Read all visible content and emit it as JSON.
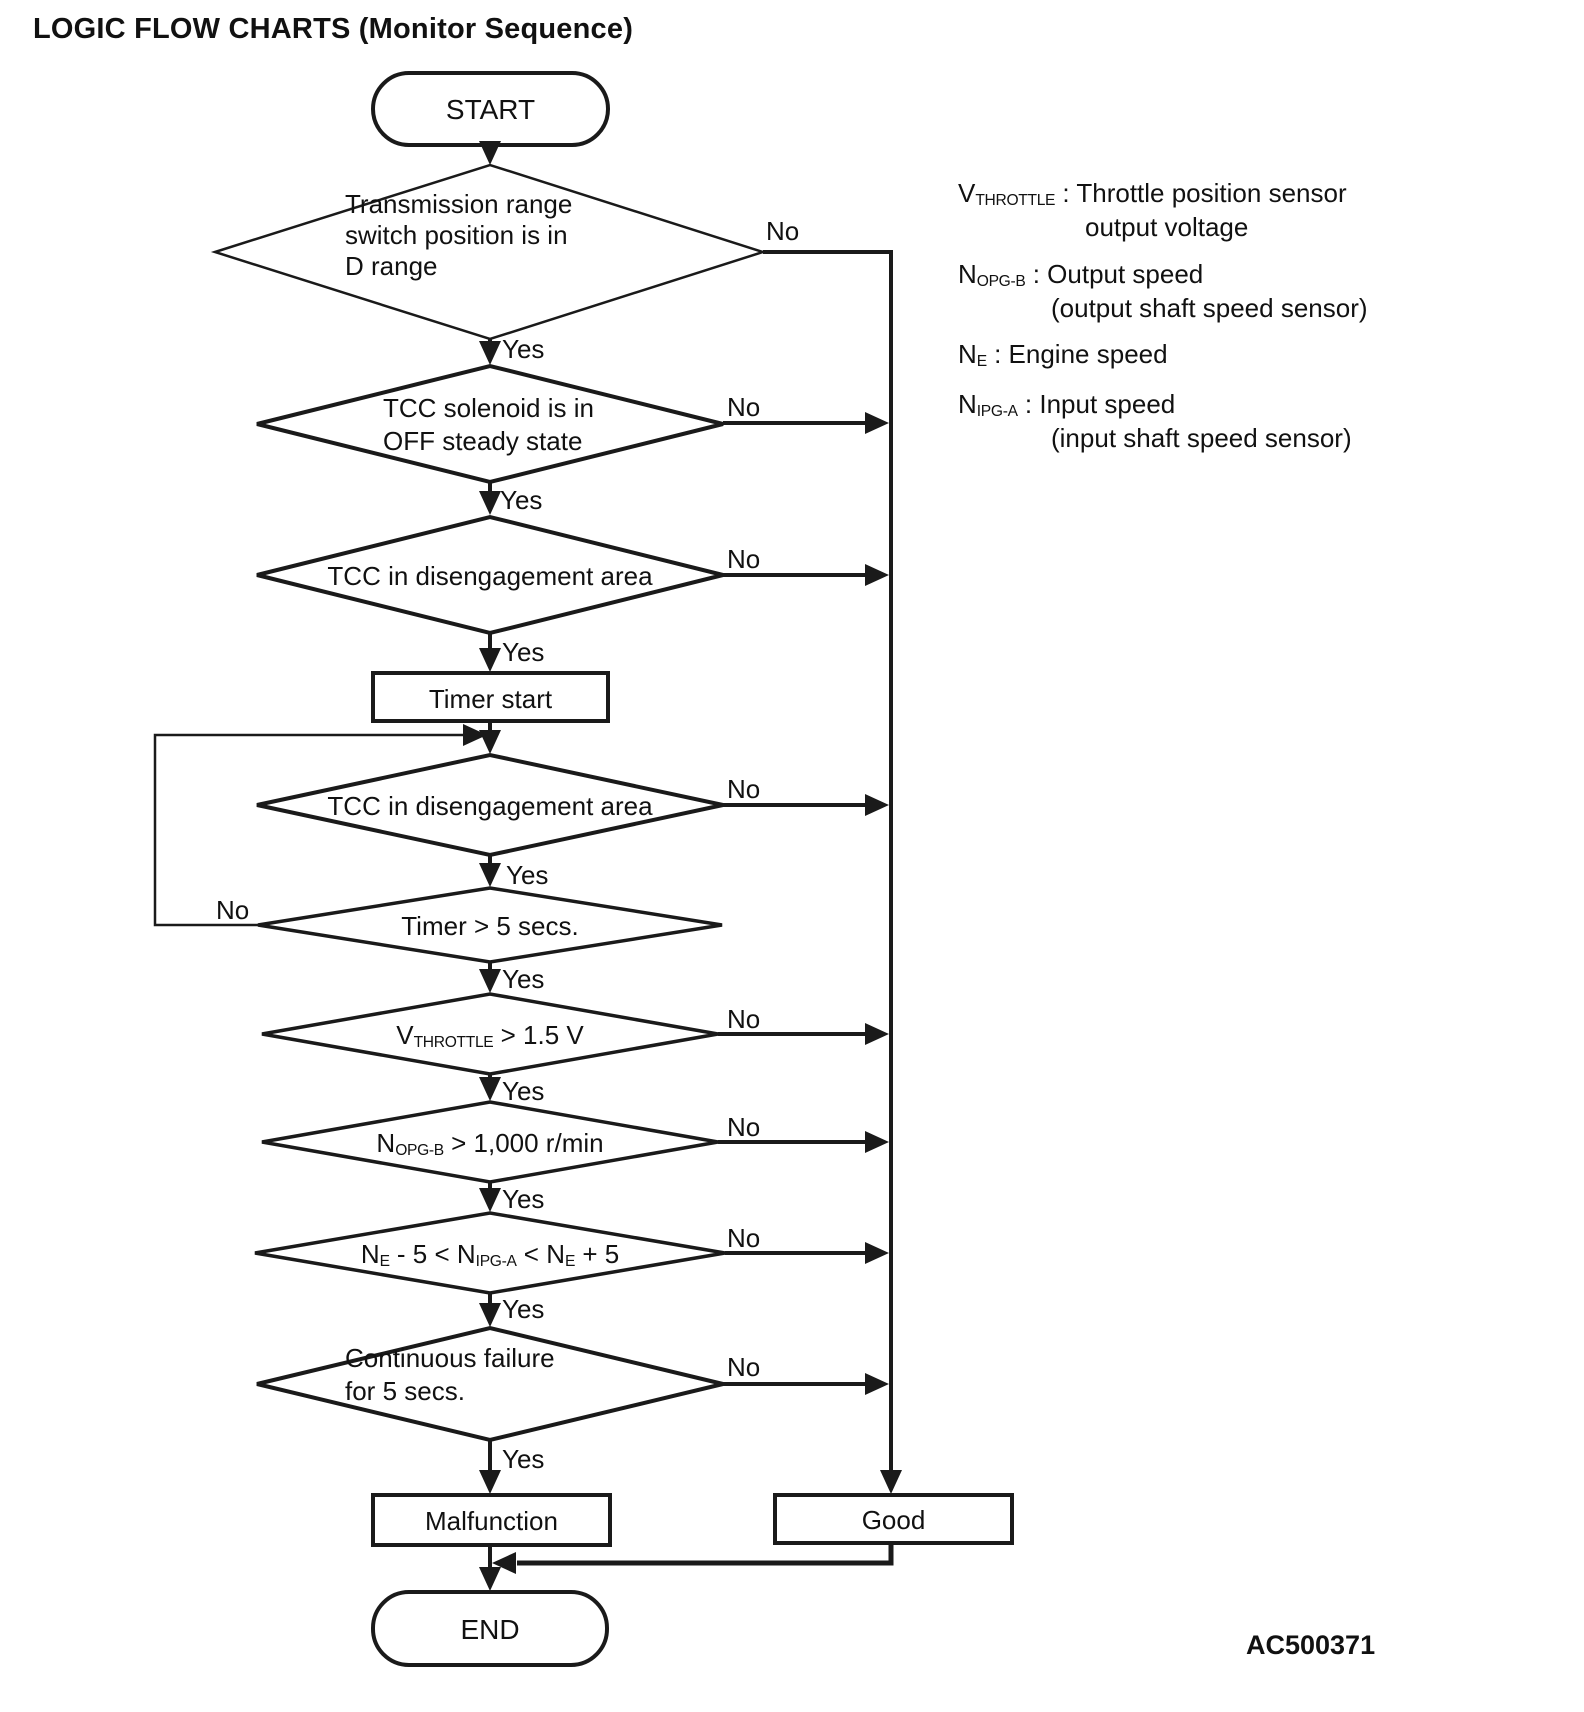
{
  "page": {
    "title": "LOGIC FLOW CHARTS (Monitor Sequence)",
    "figure_code": "AC500371",
    "colors": {
      "background": "#ffffff",
      "line": "#1a1a1a",
      "text": "#111111"
    }
  },
  "flowchart": {
    "labels": {
      "yes": "Yes",
      "no": "No"
    },
    "start": "START",
    "end": "END",
    "nodes": {
      "d1": "Transmission range\nswitch position is in\nD range",
      "d2": "TCC solenoid is in\nOFF steady state",
      "d3": "TCC in disengagement area",
      "timer": "Timer start",
      "d4": "TCC in disengagement area",
      "d5": "Timer > 5 secs.",
      "d6_rich": [
        {
          "t": "V"
        },
        {
          "t": "THROTTLE",
          "s": 1
        },
        {
          "t": " > 1.5 V"
        }
      ],
      "d7_rich": [
        {
          "t": "N"
        },
        {
          "t": "OPG-B",
          "s": 1
        },
        {
          "t": " > 1,000 r/min"
        }
      ],
      "d8_rich": [
        {
          "t": "N"
        },
        {
          "t": "E",
          "s": 1
        },
        {
          "t": " - 5 < N"
        },
        {
          "t": "IPG-A",
          "s": 1
        },
        {
          "t": " < N"
        },
        {
          "t": "E",
          "s": 1
        },
        {
          "t": " + 5"
        }
      ],
      "d9": "Continuous failure\nfor 5 secs.",
      "malfunction": "Malfunction",
      "good": "Good"
    }
  },
  "legend": {
    "items": [
      {
        "term": [
          {
            "t": "V"
          },
          {
            "t": "THROTTLE",
            "s": 1
          },
          {
            "t": " : Throttle position sensor"
          }
        ],
        "line2": "output voltage"
      },
      {
        "term": [
          {
            "t": "N"
          },
          {
            "t": "OPG-B",
            "s": 1
          },
          {
            "t": " : Output speed"
          }
        ],
        "line2": "(output shaft speed sensor)"
      },
      {
        "term": [
          {
            "t": "N"
          },
          {
            "t": "E",
            "s": 1
          },
          {
            "t": " : Engine speed"
          }
        ]
      },
      {
        "term": [
          {
            "t": "N"
          },
          {
            "t": "IPG-A",
            "s": 1
          },
          {
            "t": " : Input speed"
          }
        ],
        "line2": "(input shaft speed sensor)"
      }
    ]
  }
}
